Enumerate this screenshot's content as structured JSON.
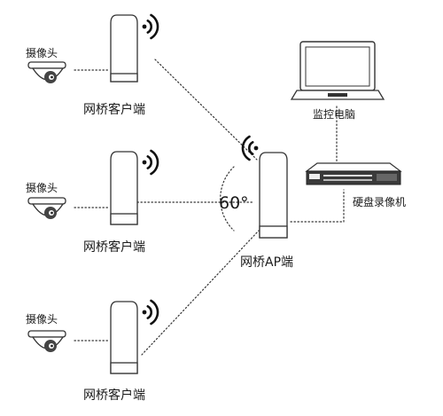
{
  "labels": {
    "camera": "摄像头",
    "client_bridge": "网桥客户端",
    "ap_bridge": "网桥AP端",
    "monitor_pc": "监控电脑",
    "nvr": "硬盘录像机",
    "angle": "60°"
  }
}
